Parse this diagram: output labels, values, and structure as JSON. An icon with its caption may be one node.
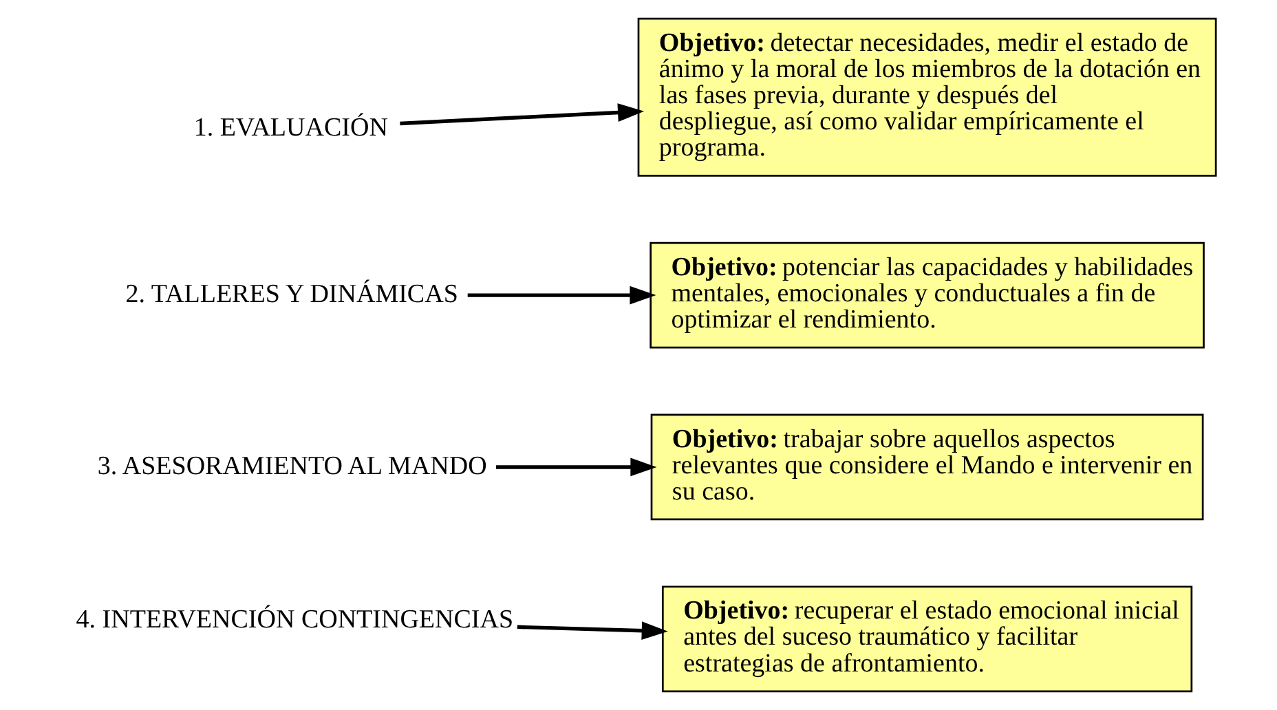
{
  "diagram": {
    "nodes": [
      {
        "text": [
          "1. EVALUACIÓN"
        ]
      },
      {
        "text": [
          "**Objetivo:** detectar necesidades, medir el estado de ánimo y la moral de los miembros de la dotación en las fases previa, durante y después del despliegue, así como validar empíricamente el programa."
        ]
      },
      {
        "text": [
          "2. TALLERES Y DINÁMICAS"
        ]
      },
      {
        "text": [
          "**Objetivo:** potenciar las capacidades y habilidades mentales, emocionales y conductuales a fin de optimizar el rendimiento."
        ]
      },
      {
        "text": [
          "3. ASESORAMIENTO AL MANDO"
        ]
      },
      {
        "text": [
          "**Objetivo:** trabajar sobre aquellos aspectos relevantes que considere el Mando e intervenir en su caso."
        ]
      },
      {
        "text": [
          "4. INTERVENCIÓN CONTINGENCIAS"
        ]
      },
      {
        "text": [
          "**Objetivo:** recuperar el estado emocional inicial antes del suceso traumático y facilitar estrategias de afrontamiento."
        ]
      }
    ],
    "edges": [
      {
        "from": 0,
        "to": 1,
        "arrow": "to"
      },
      {
        "from": 2,
        "to": 3,
        "arrow": "to"
      },
      {
        "from": 4,
        "to": 5,
        "arrow": "to"
      },
      {
        "from": 6,
        "to": 7,
        "arrow": "to"
      }
    ]
  }
}
